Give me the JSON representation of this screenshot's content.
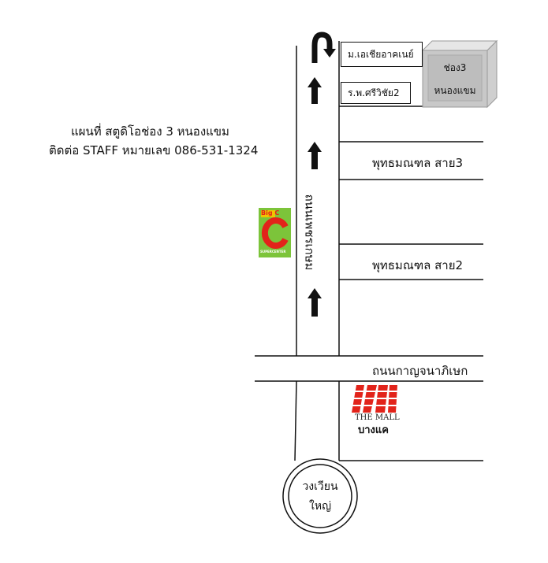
{
  "header": {
    "line1": "แผนที่ สตูดิโอช่อง 3 หนองแขม",
    "line2": "ติดต่อ STAFF  หมายเลข 086-531-1324"
  },
  "landmarks": {
    "university": "ม.เอเชียอาคเนย์",
    "hospital": "ร.พ.ศรีวิชัย2",
    "studio_line1": "ช่อง3",
    "studio_line2": "หนองแขม",
    "mall_brand": "THE MALL",
    "mall_branch": "บางแค",
    "bigc_brand": "Big C",
    "bigc_sub": "SUPERCENTER",
    "roundabout_line1": "วงเวียน",
    "roundabout_line2": "ใหญ่"
  },
  "roads": {
    "main_road": "ถนนเพชรเกษม",
    "soi3": "พุทธมณฑล สาย3",
    "soi2": "พุทธมณฑล สาย2",
    "cross_road": "ถนนกาญจนาภิเษก"
  },
  "colors": {
    "bigc_green": "#7cc43a",
    "bigc_red": "#e2231a",
    "mall_red": "#e2231a",
    "building_gray": "#c8c8c8"
  },
  "icons": [
    "u-turn-arrow-icon",
    "up-arrow-icon",
    "bigc-logo-icon",
    "the-mall-logo-icon"
  ]
}
